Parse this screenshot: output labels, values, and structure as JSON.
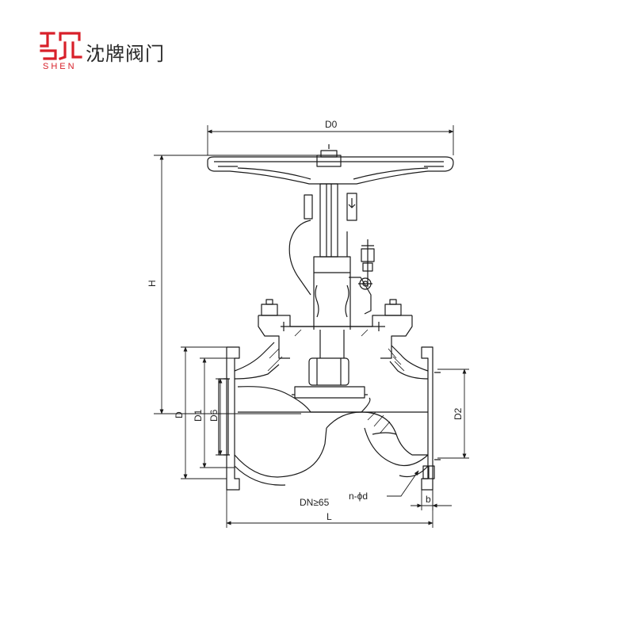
{
  "brand": {
    "mark_text": "沈",
    "latin": "SHEN",
    "name": "沈牌阀门",
    "color": "#d8202a"
  },
  "dimensions": {
    "d0": "D0",
    "h": "H",
    "d": "D",
    "d1": "D1",
    "d6": "D6",
    "d2": "D2",
    "l": "L",
    "b": "b",
    "bolt": "n-ϕd",
    "dn": "DN≥65"
  },
  "line_color": "#1a1a1a"
}
